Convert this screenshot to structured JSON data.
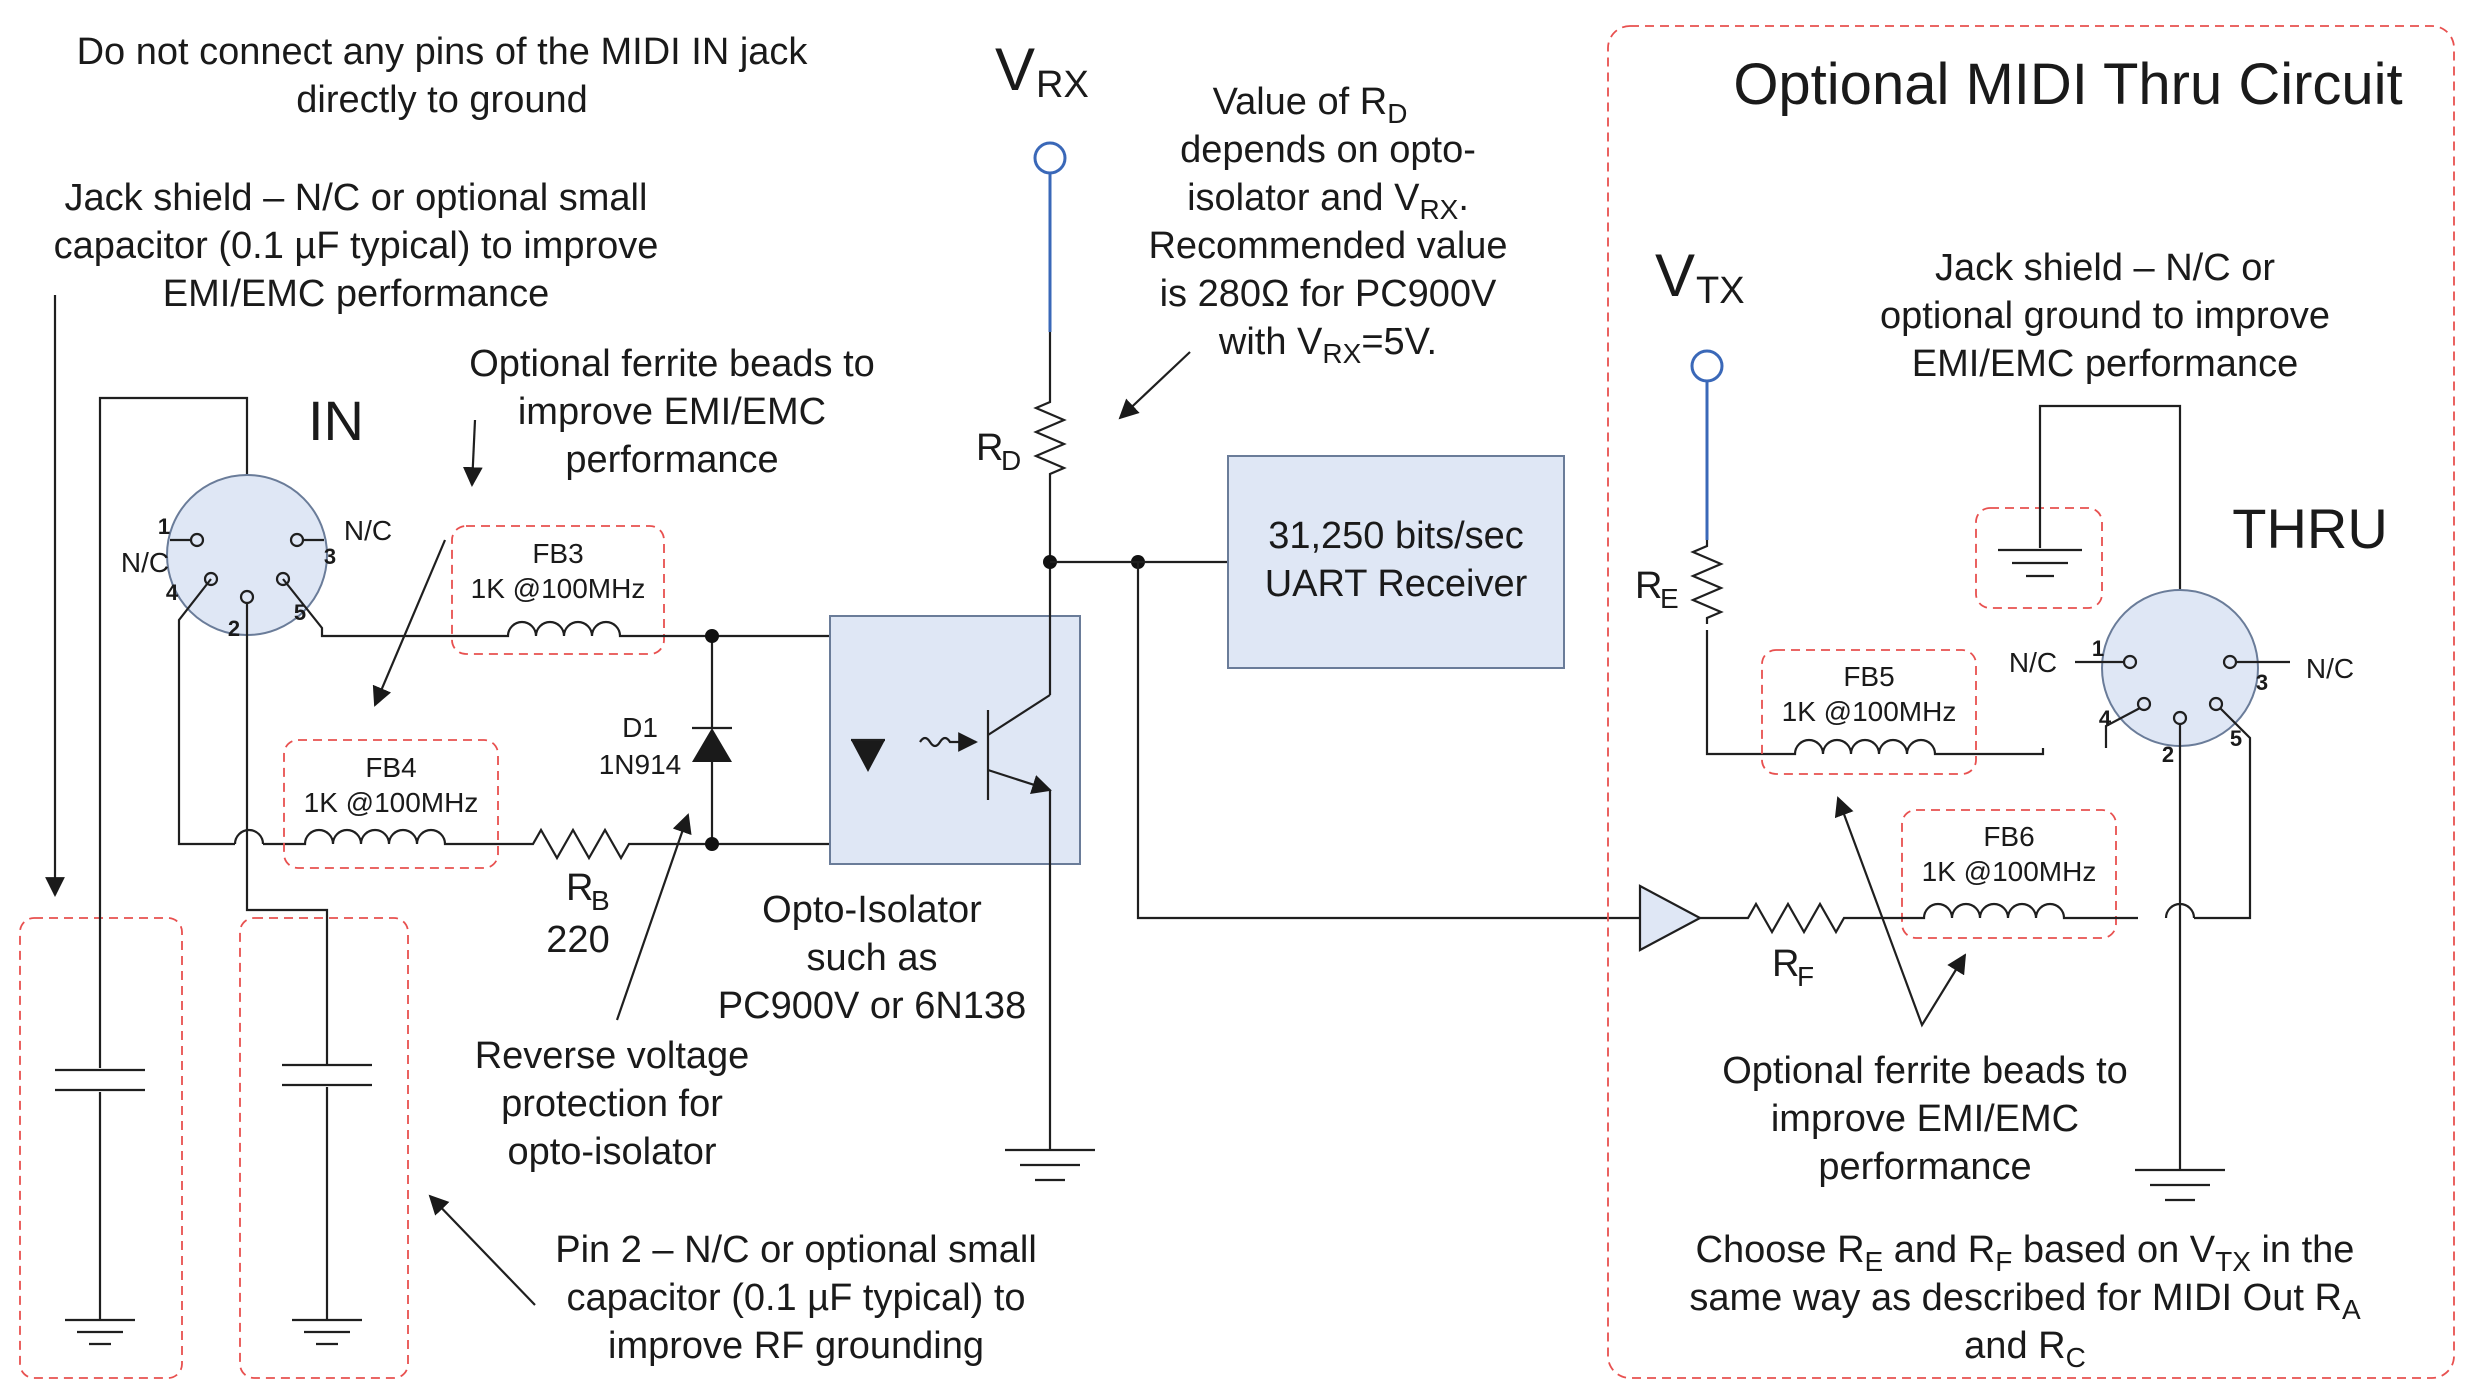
{
  "notes": {
    "midi_in_ground": [
      "Do not connect any pins of the MIDI IN jack",
      "directly to ground"
    ],
    "jack_shield_in": [
      "Jack shield – N/C or optional small",
      "capacitor (0.1 µF typical) to improve",
      "EMI/EMC performance"
    ],
    "ferrite_in": [
      "Optional ferrite beads to",
      "improve EMI/EMC",
      "performance"
    ],
    "rd_value": [
      "Value of R",
      "D",
      "depends on opto-",
      "isolator and V",
      "RX",
      ".",
      "Recommended value",
      "is 280Ω for PC900V",
      "with V",
      "RX",
      "=5V."
    ],
    "opto": [
      "Opto-Isolator",
      "such as",
      "PC900V or 6N138"
    ],
    "reverse": [
      "Reverse voltage",
      "protection for",
      "opto-isolator"
    ],
    "pin2": [
      "Pin 2 – N/C or optional small",
      "capacitor (0.1 µF typical) to",
      "improve RF grounding"
    ],
    "thru_title": "Optional MIDI Thru Circuit",
    "jack_shield_thru": [
      "Jack shield – N/C or",
      "optional ground to improve",
      "EMI/EMC performance"
    ],
    "ferrite_thru": [
      "Optional ferrite beads to",
      "improve EMI/EMC",
      "performance"
    ],
    "choose": [
      "Choose R",
      "E",
      " and R",
      "F",
      " based on V",
      "TX",
      " in the",
      "same way as described for MIDI Out R",
      "A",
      "and R",
      "C"
    ]
  },
  "labels": {
    "vrx": [
      "V",
      "RX"
    ],
    "vtx": [
      "V",
      "TX"
    ],
    "rd": [
      "R",
      "D"
    ],
    "re": [
      "R",
      "E"
    ],
    "rf": [
      "R",
      "F"
    ],
    "rb": [
      "R",
      "B"
    ],
    "rb_value": "220",
    "in": "IN",
    "thru": "THRU",
    "d1": "D1",
    "d1_part": "1N914",
    "uart": [
      "31,250 bits/sec",
      "UART Receiver"
    ],
    "fb3": "FB3",
    "fb4": "FB4",
    "fb5": "FB5",
    "fb6": "FB6",
    "fb_value": "1K @100MHz",
    "nc": "N/C",
    "pins": [
      "1",
      "2",
      "3",
      "4",
      "5"
    ]
  },
  "colors": {
    "wire": "#1f1f1f",
    "supply_wire": "#3a68b8",
    "dashed_box": "#e8504f",
    "component_fill": "#dfe7f5",
    "component_stroke": "#6a7c99"
  }
}
